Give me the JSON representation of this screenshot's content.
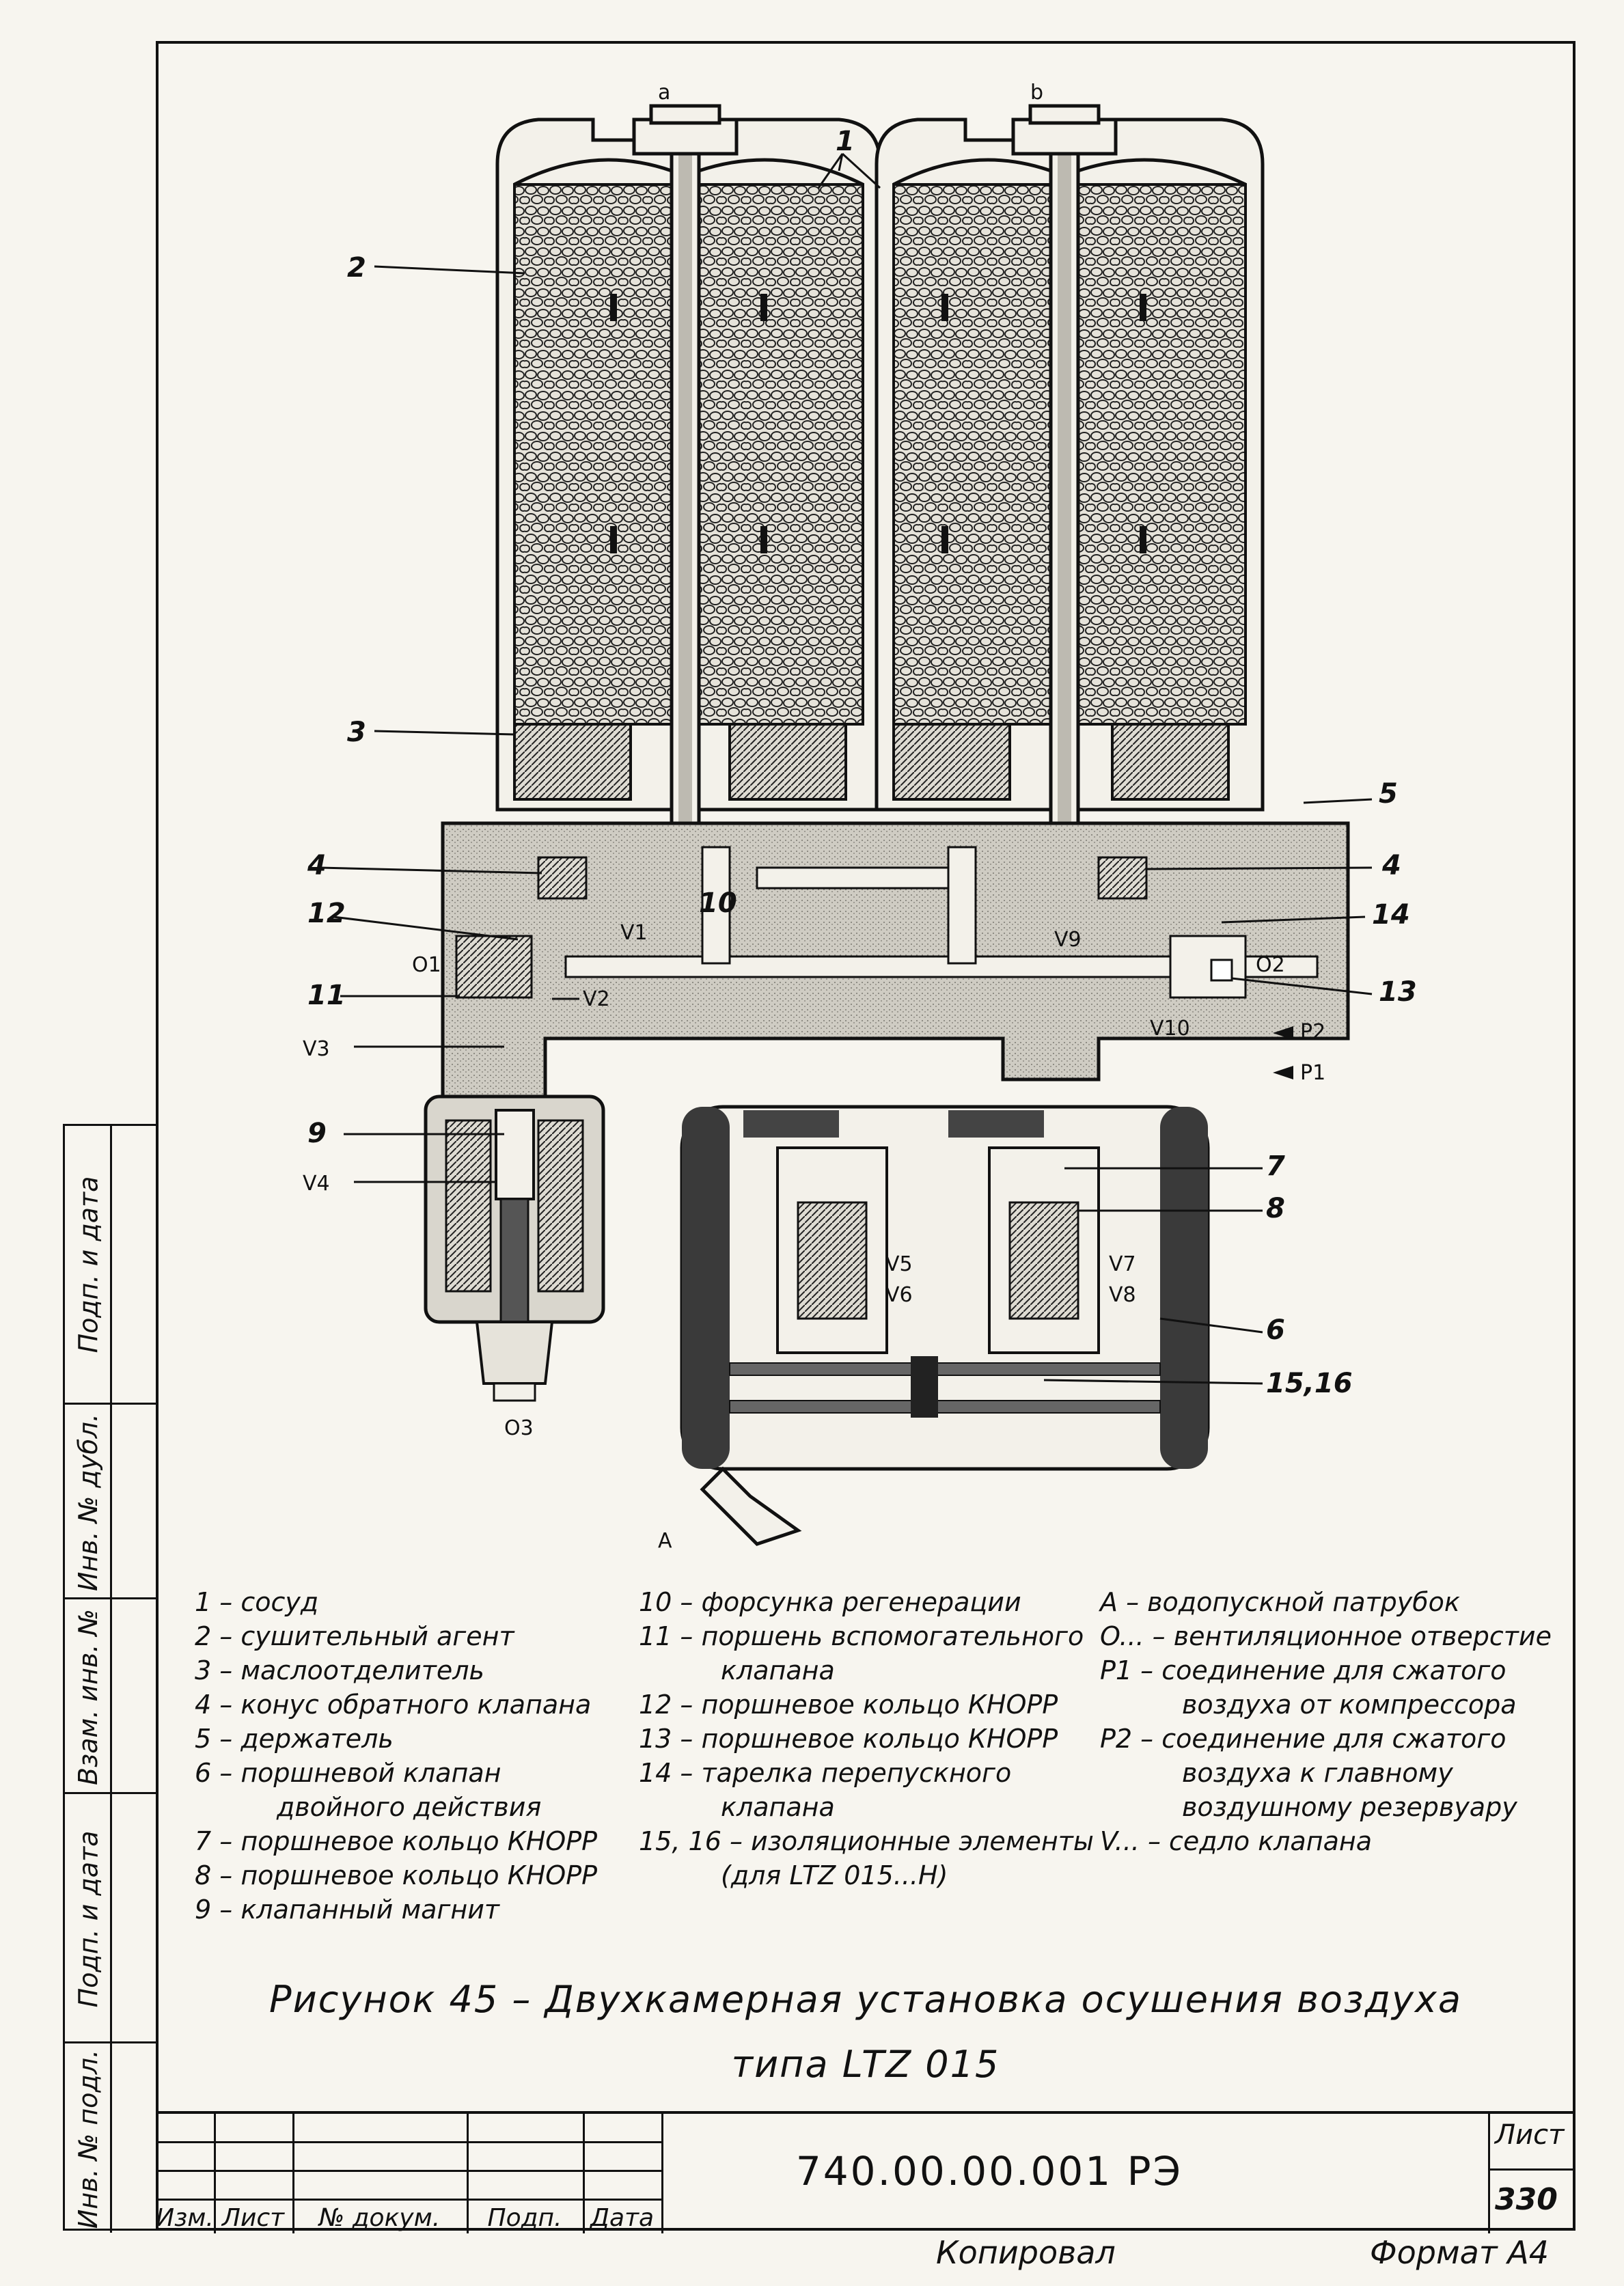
{
  "diagram": {
    "top_labels": {
      "a": "a",
      "b": "b"
    },
    "callouts": [
      "1",
      "2",
      "3",
      "4",
      "5",
      "4",
      "12",
      "14",
      "11",
      "13",
      "10",
      "9",
      "7",
      "8",
      "6",
      "15,16"
    ],
    "ports": {
      "o1": "O1",
      "o2": "O2",
      "o3": "O3",
      "v1": "V1",
      "v2": "V2",
      "v3": "V3",
      "v4": "V4",
      "v5": "V5",
      "v6": "V6",
      "v7": "V7",
      "v8": "V8",
      "v9": "V9",
      "v10": "V10",
      "p1": "P1",
      "p2": "P2",
      "a": "A"
    }
  },
  "legend": {
    "col1": [
      "1 – сосуд",
      "2 – сушительный агент",
      "3 – маслоотделитель",
      "4 – конус обратного клапана",
      "5 – держатель",
      "6 – поршневой клапан",
      "двойного действия",
      "7 – поршневое кольцо КНОРР",
      "8 – поршневое кольцо КНОРР",
      "9 – клапанный магнит"
    ],
    "col2": [
      "10 – форсунка регенерации",
      "11 – поршень вспомогательного",
      "клапана",
      "12 – поршневое кольцо КНОРР",
      "13 – поршневое кольцо КНОРР",
      "14 – тарелка перепускного",
      "клапана",
      "15, 16 – изоляционные элементы",
      "(для LTZ 015...H)"
    ],
    "col3": [
      "A – водопускной патрубок",
      "O... – вентиляционное отверстие",
      "P1 – соединение для сжатого",
      "воздуха от компрессора",
      "P2 – соединение для сжатого",
      "воздуха к главному",
      "воздушному резервуару",
      "V... – седло клапана"
    ]
  },
  "caption": {
    "line1": "Рисунок 45 – Двухкамерная установка осушения воздуха",
    "line2": "типа LTZ 015"
  },
  "margin": {
    "sign_date_1": "Подп. и дата",
    "dup_inv": "Инв. № дубл.",
    "replace_inv": "Взам. инв. №",
    "sign_date_2": "Подп. и дата",
    "orig_inv": "Инв. № подл."
  },
  "title_block": {
    "col_change": "Изм.",
    "col_sheet": "Лист",
    "col_doc": "№ докум.",
    "col_sign": "Подп.",
    "col_date": "Дата",
    "doc_number": "740.00.00.001 РЭ",
    "sheet_label": "Лист",
    "sheet_number": "330"
  },
  "footer": {
    "copied": "Копировал",
    "format": "Формат А4"
  }
}
